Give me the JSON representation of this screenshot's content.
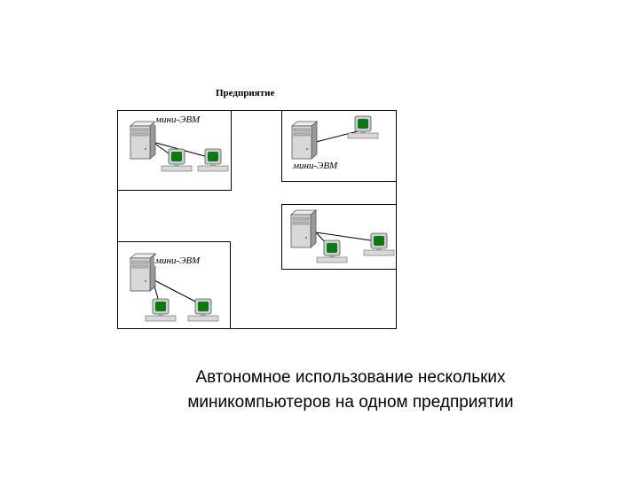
{
  "diagram": {
    "title": "Предприятие",
    "sites": [
      {
        "label": "мини-ЭВМ",
        "workstations": 2
      },
      {
        "label": "мини-ЭВМ",
        "workstations": 1
      },
      {
        "label": "",
        "workstations": 2
      },
      {
        "label": "мини-ЭВМ",
        "workstations": 2
      }
    ]
  },
  "caption": {
    "line1": "Автономное использование нескольких",
    "line2": "миникомпьютеров на одном предприятии"
  },
  "colors": {
    "screen": "#0b7a12",
    "case": "#d8d8d8",
    "frame": "#000000"
  }
}
